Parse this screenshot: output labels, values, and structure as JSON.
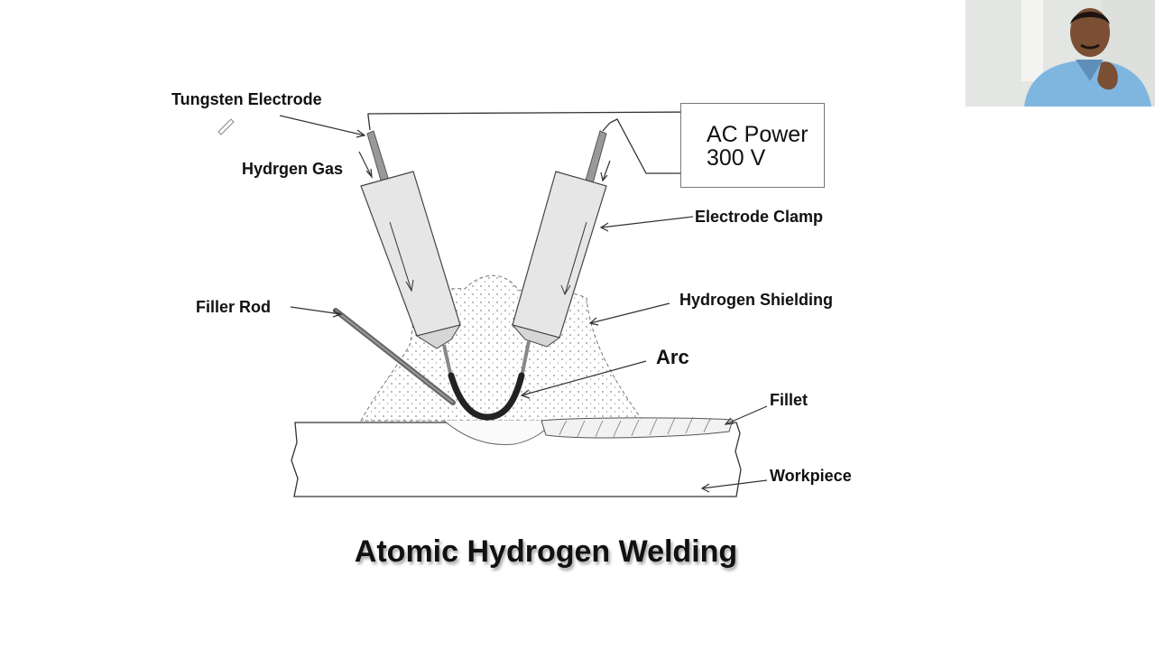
{
  "labels": {
    "tungsten_electrode": "Tungsten Electrode",
    "hydrogen_gas": "Hydrgen Gas",
    "filler_rod": "Filler Rod",
    "electrode_clamp": "Electrode Clamp",
    "hydrogen_shielding": "Hydrogen Shielding",
    "arc": "Arc",
    "fillet": "Fillet",
    "workpiece": "Workpiece"
  },
  "power_box": {
    "line1": "AC Power",
    "line2": "300 V"
  },
  "title": "Atomic Hydrogen Welding",
  "colors": {
    "background": "#ffffff",
    "line": "#333333",
    "clamp_fill": "#e6e6e6",
    "arc": "#222222",
    "presenter_shirt": "#7fb6e0"
  }
}
